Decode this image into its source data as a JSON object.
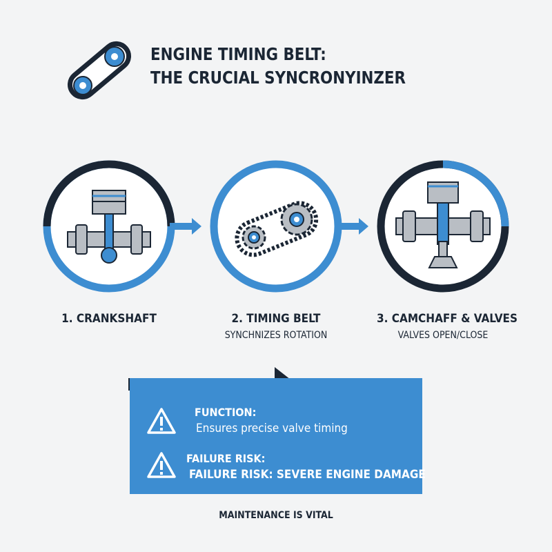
{
  "header": {
    "title_line1": "ENGINE TIMING BELT:",
    "title_line2": "THE CRUCIAL SYNCRONYINZER",
    "logo_icon": "belt-and-gears-icon"
  },
  "steps": [
    {
      "title": "1. CRANKSHAFT",
      "subtitle": "",
      "icon": "crankshaft-piston-icon"
    },
    {
      "title": "2. TIMING BELT",
      "subtitle": "SYNCHNIZES ROTATION",
      "icon": "timing-belt-gears-icon"
    },
    {
      "title": "3. CAMCHAFF & VALVES",
      "subtitle": "VALVES OPEN/CLOSE",
      "icon": "camshaft-valve-icon"
    }
  ],
  "info_panel": {
    "function_label": "FUNCTION:",
    "function_text": "Ensures precise valve timing",
    "risk_label": "FAILURE RISK:",
    "risk_text": "FAILURE RISK: SEVERE ENGINE DAMAGE",
    "warning_icon": "warning-triangle-icon"
  },
  "footer": {
    "text": "MAINTENANCE IS VITAL"
  },
  "colors": {
    "navy": "#1b2634",
    "blue": "#3d8dd1",
    "gray": "#b9bec4",
    "background": "#f3f4f5"
  }
}
